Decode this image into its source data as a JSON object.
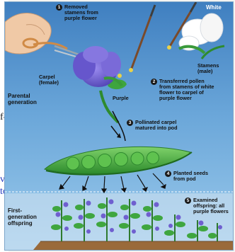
{
  "page_fragments": {
    "f1": "f-",
    "f2": "ve",
    "f3": "to"
  },
  "labels": {
    "white": "White",
    "stamens": "Stamens\n(male)",
    "carpel": "Carpel\n(female)",
    "purple": "Purple",
    "parental": "Parental\ngeneration",
    "first_gen": "First-\ngeneration\noffspring"
  },
  "steps": [
    {
      "num": "1",
      "text": "Removed\nstamens from\npurple flower"
    },
    {
      "num": "2",
      "text": "Transferred pollen\nfrom stamens of white\nflower to carpel of\npurple flower"
    },
    {
      "num": "3",
      "text": "Pollinated carpel\nmatured into pod"
    },
    {
      "num": "4",
      "text": "Planted seeds\nfrom pod"
    },
    {
      "num": "5",
      "text": "Examined\noffspring: all\npurple flowers"
    }
  ],
  "colors": {
    "sky_top": "#3f7fc0",
    "sky_bottom": "#8ec0e6",
    "purple_flower": "#6f5fcf",
    "pod_green": "#3aa83a",
    "soil": "#9a6a3a"
  }
}
